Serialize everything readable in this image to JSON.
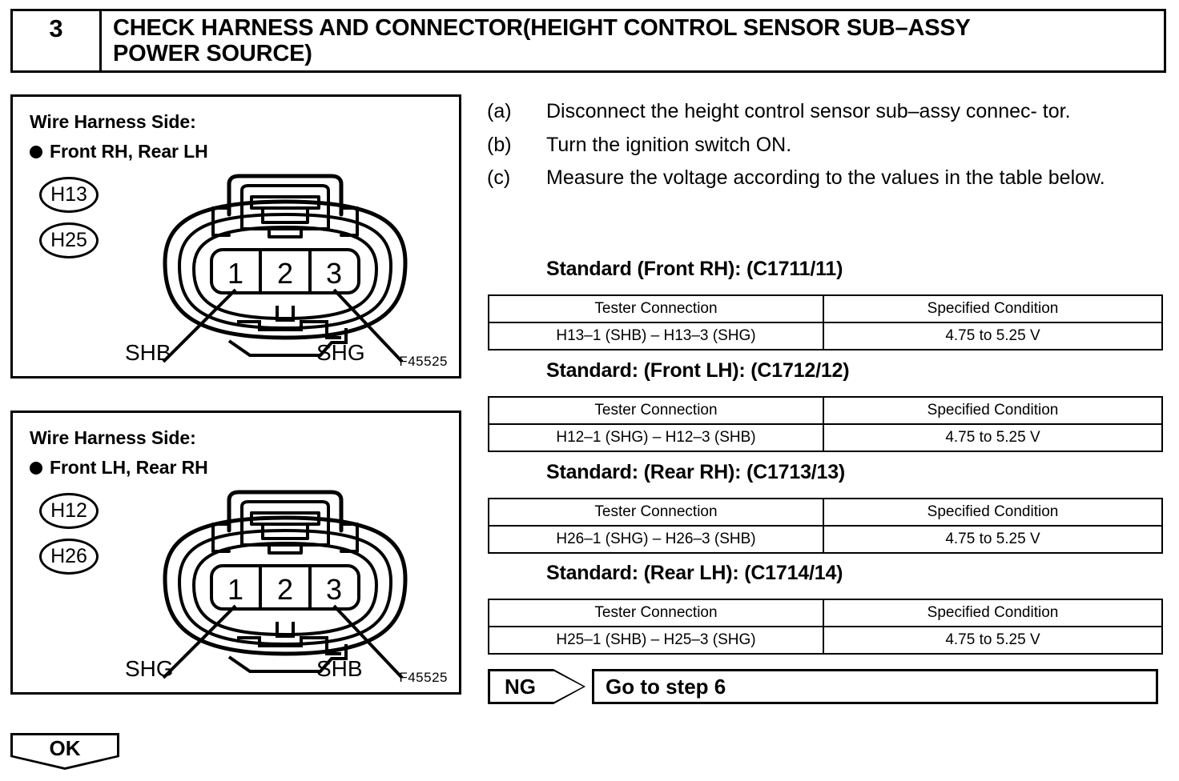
{
  "step": {
    "number": "3",
    "title": "CHECK HARNESS AND CONNECTOR(HEIGHT CONTROL SENSOR SUB–ASSY\nPOWER SOURCE)"
  },
  "panels": [
    {
      "heading": "Wire Harness Side:",
      "subheading": "Front RH, Rear LH",
      "code_top": "H13",
      "code_bottom": "H25",
      "pin_numbers": [
        "1",
        "2",
        "3"
      ],
      "label_left": "SHB",
      "label_right": "SHG",
      "figure_code": "F45525"
    },
    {
      "heading": "Wire Harness Side:",
      "subheading": "Front LH, Rear RH",
      "code_top": "H12",
      "code_bottom": "H26",
      "pin_numbers": [
        "1",
        "2",
        "3"
      ],
      "label_left": "SHG",
      "label_right": "SHB",
      "figure_code": "F45525"
    }
  ],
  "instructions": [
    {
      "marker": "(a)",
      "text": "Disconnect the height control sensor sub–assy connec-\ntor."
    },
    {
      "marker": "(b)",
      "text": "Turn the ignition switch ON."
    },
    {
      "marker": "(c)",
      "text": "Measure the voltage according to the values in the table\nbelow."
    }
  ],
  "tables": [
    {
      "standard_label": "Standard (Front RH): (C1711/11)",
      "headers": [
        "Tester Connection",
        "Specified Condition"
      ],
      "rows": [
        [
          "H13–1 (SHB) – H13–3 (SHG)",
          "4.75 to 5.25 V"
        ]
      ]
    },
    {
      "standard_label": "Standard: (Front LH): (C1712/12)",
      "headers": [
        "Tester Connection",
        "Specified Condition"
      ],
      "rows": [
        [
          "H12–1 (SHG) – H12–3 (SHB)",
          "4.75 to 5.25 V"
        ]
      ]
    },
    {
      "standard_label": "Standard: (Rear RH): (C1713/13)",
      "headers": [
        "Tester Connection",
        "Specified Condition"
      ],
      "rows": [
        [
          "H26–1 (SHG) – H26–3 (SHB)",
          "4.75 to 5.25 V"
        ]
      ]
    },
    {
      "standard_label": "Standard: (Rear LH): (C1714/14)",
      "headers": [
        "Tester Connection",
        "Specified Condition"
      ],
      "rows": [
        [
          "H25–1 (SHB) – H25–3 (SHG)",
          "4.75 to 5.25 V"
        ]
      ]
    }
  ],
  "results": {
    "ng_tag": "NG",
    "ng_action": "Go to step 6",
    "ok_tag": "OK"
  }
}
